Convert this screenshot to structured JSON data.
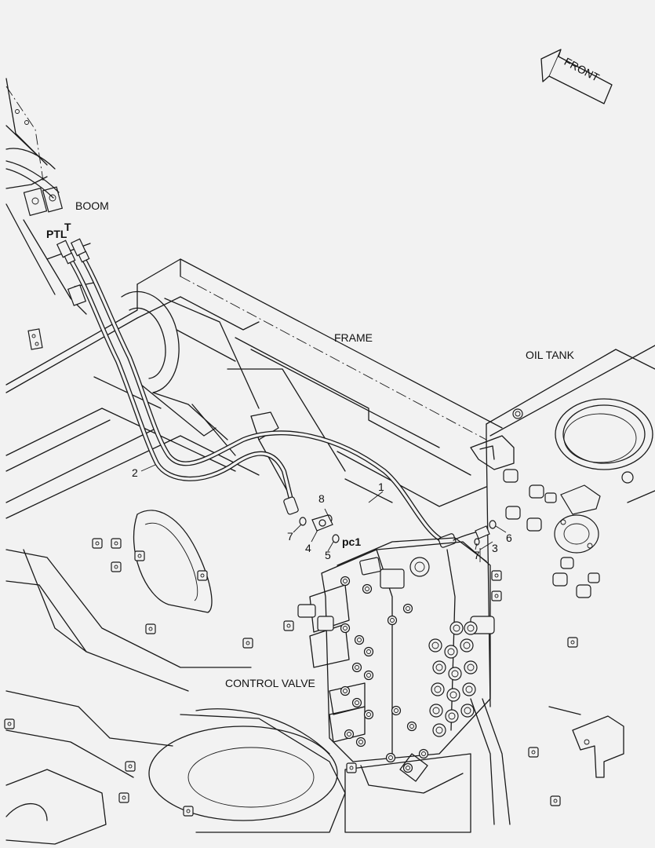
{
  "labels": {
    "front": "FRONT",
    "boom": "BOOM",
    "ptl": "PTL",
    "t": "T",
    "frame": "FRAME",
    "oil_tank": "OIL TANK",
    "pc1": "pc1",
    "control_valve": "CONTROL VALVE"
  },
  "callouts": {
    "c1": "1",
    "c2": "2",
    "c3": "3",
    "c4": "4",
    "c5": "5",
    "c6": "6",
    "c7a": "7",
    "c7b": "7",
    "c8": "8"
  }
}
